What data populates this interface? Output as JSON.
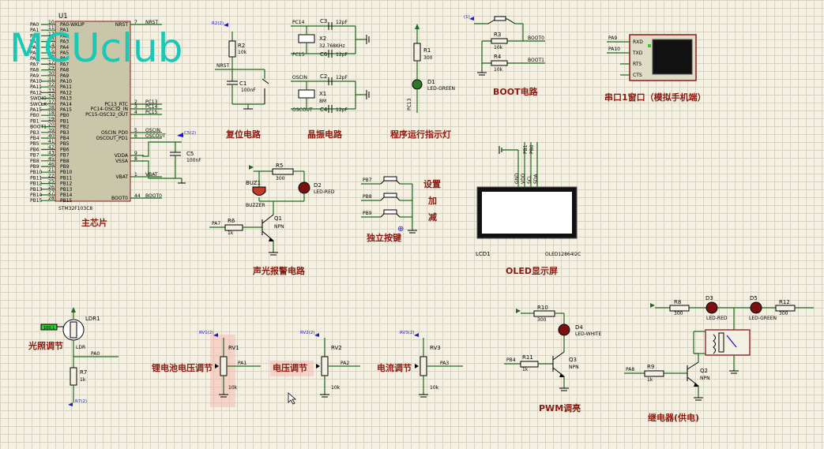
{
  "watermark": "MCUclub",
  "titles": {
    "main_chip": "主芯片",
    "reset": "复位电路",
    "crystal": "晶振电路",
    "run_led": "程序运行指示灯",
    "boot": "BOOT电路",
    "uart": "串口1窗口（模拟手机端）",
    "buzzer": "声光报警电路",
    "keys": "独立按键",
    "oled": "OLED显示屏",
    "light": "光照调节",
    "battery": "锂电池电压调节",
    "voltage": "电压调节",
    "current": "电流调节",
    "pwm": "PWM调亮",
    "relay": "继电器(供电)"
  },
  "key_labels": [
    "设置",
    "加",
    "减"
  ],
  "mcu": {
    "ref": "U1",
    "part": "STM32F103C8",
    "left_pins": [
      {
        "net": "PA0",
        "num": "10",
        "name": "PA0-WKUP"
      },
      {
        "net": "PA1",
        "num": "11",
        "name": "PA1"
      },
      {
        "net": "PA2",
        "num": "12",
        "name": "PA2"
      },
      {
        "net": "PA3",
        "num": "13",
        "name": "PA3"
      },
      {
        "net": "PA4",
        "num": "14",
        "name": "PA4"
      },
      {
        "net": "PA5",
        "num": "15",
        "name": "PA5"
      },
      {
        "net": "PA6",
        "num": "16",
        "name": "PA6"
      },
      {
        "net": "PA7",
        "num": "17",
        "name": "PA7"
      },
      {
        "net": "PA8",
        "num": "29",
        "name": "PA8"
      },
      {
        "net": "PA9",
        "num": "30",
        "name": "PA9"
      },
      {
        "net": "PA10",
        "num": "31",
        "name": "PA10"
      },
      {
        "net": "PA11",
        "num": "32",
        "name": "PA11"
      },
      {
        "net": "PA12",
        "num": "33",
        "name": "PA12"
      },
      {
        "net": "SWDIO",
        "num": "34",
        "name": "PA13"
      },
      {
        "net": "SWCLK",
        "num": "37",
        "name": "PA14"
      },
      {
        "net": "PA15",
        "num": "38",
        "name": "PA15"
      },
      {
        "net": "PB0",
        "num": "18",
        "name": "PB0"
      },
      {
        "net": "PB1",
        "num": "19",
        "name": "PB1"
      },
      {
        "net": "BOOT1",
        "num": "20",
        "name": "PB2"
      },
      {
        "net": "PB3",
        "num": "39",
        "name": "PB3"
      },
      {
        "net": "PB4",
        "num": "40",
        "name": "PB4"
      },
      {
        "net": "PB5",
        "num": "41",
        "name": "PB5"
      },
      {
        "net": "PB6",
        "num": "42",
        "name": "PB6"
      },
      {
        "net": "PB7",
        "num": "43",
        "name": "PB7"
      },
      {
        "net": "PB8",
        "num": "45",
        "name": "PB8"
      },
      {
        "net": "PB9",
        "num": "46",
        "name": "PB9"
      },
      {
        "net": "PB10",
        "num": "21",
        "name": "PB10"
      },
      {
        "net": "PB11",
        "num": "22",
        "name": "PB11"
      },
      {
        "net": "PB12",
        "num": "25",
        "name": "PB12"
      },
      {
        "net": "PB13",
        "num": "26",
        "name": "PB13"
      },
      {
        "net": "PB14",
        "num": "27",
        "name": "PB14"
      },
      {
        "net": "PB15",
        "num": "28",
        "name": "PB15"
      }
    ],
    "right_pins": [
      {
        "net": "NRST",
        "num": "7",
        "name": "NRST"
      },
      {
        "net": "PC13",
        "num": "2",
        "name": "PC13_RTC"
      },
      {
        "net": "PC14",
        "num": "3",
        "name": "PC14-OSC32_IN"
      },
      {
        "net": "PC15",
        "num": "4",
        "name": "PC15-OSC32_OUT"
      },
      {
        "net": "OSCIN",
        "num": "5",
        "name": "OSCIN_PD0"
      },
      {
        "net": "OSCOUT",
        "num": "6",
        "name": "OSCOUT_PD1"
      },
      {
        "net": "",
        "num": "9",
        "name": "VDDA"
      },
      {
        "net": "",
        "num": "8",
        "name": "VSSA"
      },
      {
        "net": "VBAT",
        "num": "1",
        "name": "VBAT"
      },
      {
        "net": "BOOT0",
        "num": "44",
        "name": "BOOT0"
      }
    ]
  },
  "components": {
    "r2": {
      "ref": "R2",
      "val": "10k",
      "probe": "R2(2)",
      "net": "NRST"
    },
    "c1": {
      "ref": "C1",
      "val": "100nF"
    },
    "c5": {
      "ref": "C5",
      "val": "100nF",
      "probe": "C5(2)"
    },
    "c3": {
      "ref": "C3",
      "val": "12pF",
      "net": "PC14"
    },
    "c6": {
      "ref": "C6",
      "val": "12pF",
      "net": "PC15"
    },
    "x2": {
      "ref": "X2",
      "val": "32.768KHz"
    },
    "c2": {
      "ref": "C2",
      "val": "12pF",
      "net": "OSCIN"
    },
    "c4": {
      "ref": "C4",
      "val": "12pF",
      "net": "OSCOUT"
    },
    "x1": {
      "ref": "X1",
      "val": "8M"
    },
    "r1": {
      "ref": "R1",
      "val": "300"
    },
    "d1": {
      "ref": "D1",
      "val": "LED-GREEN",
      "net": "PC13"
    },
    "r3": {
      "ref": "R3",
      "val": "10k",
      "net": "BOOT0"
    },
    "r4": {
      "ref": "R4",
      "val": "10k",
      "net": "BOOT1"
    },
    "boot_probe": "(1)",
    "uart": {
      "tx_net": "PA9",
      "rx_net": "PA10",
      "pins": [
        "RXD",
        "TXD",
        "RTS",
        "CTS"
      ]
    },
    "r5": {
      "ref": "R5",
      "val": "300"
    },
    "d2": {
      "ref": "D2",
      "val": "LED-RED"
    },
    "buz1": {
      "ref": "BUZ1",
      "val": "BUZZER"
    },
    "r6": {
      "ref": "R6",
      "val": "1k",
      "net": "PA7"
    },
    "q1": {
      "ref": "Q1",
      "val": "NPN"
    },
    "keys_nets": [
      "PB7",
      "PB8",
      "PB9"
    ],
    "lcd1": {
      "ref": "LCD1",
      "val": "OLED12864I2C",
      "pins": [
        "GND",
        "VDD",
        "SCL",
        "SDA"
      ],
      "nets": [
        "PB1",
        "PB0"
      ]
    },
    "ldr1": {
      "ref": "LDR1",
      "val": "LDR",
      "net": "PA0",
      "meter": "100.1"
    },
    "r7": {
      "ref": "R7",
      "val": "1k",
      "probe": "R7(2)"
    },
    "rv1": {
      "ref": "RV1",
      "val": "10k",
      "net": "PA1",
      "probe": "RV1(2)"
    },
    "rv2": {
      "ref": "RV2",
      "val": "10k",
      "net": "PA2",
      "probe": "RV2(2)"
    },
    "rv3": {
      "ref": "RV3",
      "val": "10k",
      "net": "PA3",
      "probe": "RV3(2)"
    },
    "r10": {
      "ref": "R10",
      "val": "300"
    },
    "d4": {
      "ref": "D4",
      "val": "LED-WHITE"
    },
    "r11": {
      "ref": "R11",
      "val": "1k",
      "net": "PB4"
    },
    "q3": {
      "ref": "Q3",
      "val": "NPN"
    },
    "r8": {
      "ref": "R8",
      "val": "300"
    },
    "d3": {
      "ref": "D3",
      "val": "LED-RED"
    },
    "d5": {
      "ref": "D5",
      "val": "LED-GREEN"
    },
    "r12": {
      "ref": "R12",
      "val": "300"
    },
    "r9": {
      "ref": "R9",
      "val": "1k",
      "net": "PA8"
    },
    "q2": {
      "ref": "Q2",
      "val": "NPN"
    }
  }
}
